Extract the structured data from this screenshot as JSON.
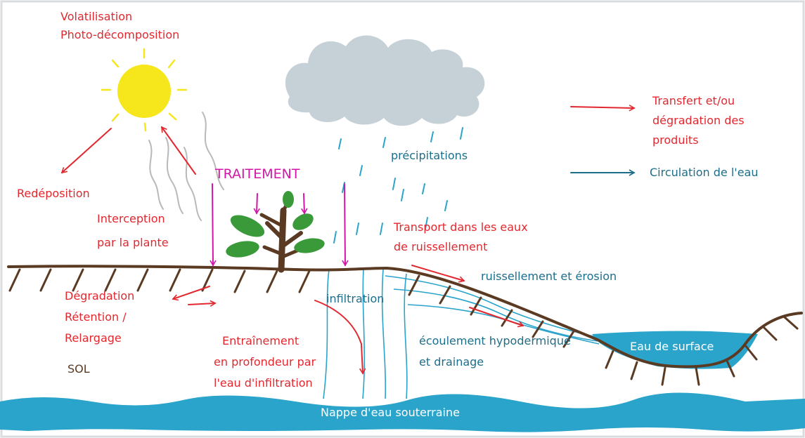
{
  "labels": {
    "volatilisation": "Volatilisation",
    "photo": "Photo-décomposition",
    "redeposition": "Redéposition",
    "interception_1": "Interception",
    "interception_2": "par la plante",
    "traitement": "TRAITEMENT",
    "precipitations": "précipitations",
    "transport_1": "Transport dans les eaux",
    "transport_2": "de ruissellement",
    "ruissellement": "ruissellement et érosion",
    "infiltration": "infiltration",
    "degradation": "Dégradation",
    "retention": "Rétention /",
    "relargage": "Relargage",
    "sol": "SOL",
    "entrainement_1": "Entraînement",
    "entrainement_2": "en profondeur par",
    "entrainement_3": "l'eau d'infiltration",
    "ecoulement_1": "écoulement hypodermique",
    "ecoulement_2": "et drainage",
    "eau_surface": "Eau de surface",
    "nappe": "Nappe d'eau souterraine"
  },
  "legend": {
    "transfert_1": "Transfert et/ou",
    "transfert_2": "dégradation des",
    "transfert_3": "produits",
    "circulation": "Circulation de l'eau"
  },
  "colors": {
    "red": "#e2282f",
    "blue": "#1d6e8a",
    "magenta": "#d316a8",
    "soil": "#5a3a22",
    "water": "#2aa4cb",
    "sun": "#f6e61c",
    "cloud": "#c5d1d6",
    "leaf": "#3a9a3a"
  }
}
